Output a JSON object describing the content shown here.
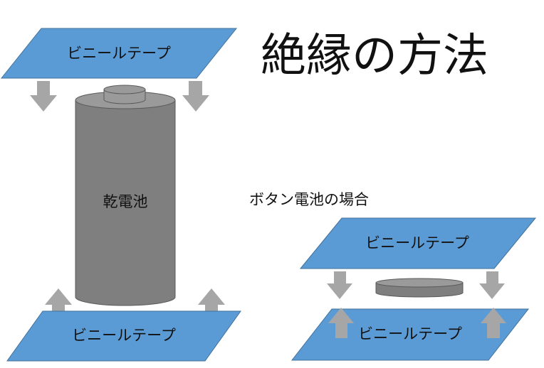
{
  "title": "絶縁の方法",
  "button_section_title": "ボタン電池の場合",
  "battery_label": "乾電池",
  "tape_label": "ビニールテープ",
  "colors": {
    "tape_fill": "#5b9bd5",
    "tape_stroke": "#41719c",
    "battery_body": "#7f7f7f",
    "battery_top": "#9a9a9a",
    "battery_stroke": "#595959",
    "arrow": "#a6a6a6"
  }
}
